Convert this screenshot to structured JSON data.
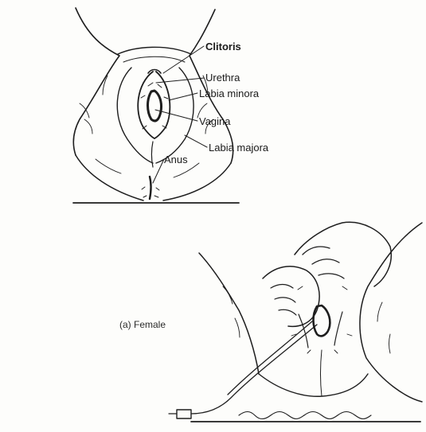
{
  "labels": {
    "clitoris": "Clitoris",
    "urethra": "Urethra",
    "labia_minora": "Labia minora",
    "vagina": "Vagina",
    "labia_majora": "Labia majora",
    "anus": "Anus"
  },
  "caption": "(a)  Female"
}
